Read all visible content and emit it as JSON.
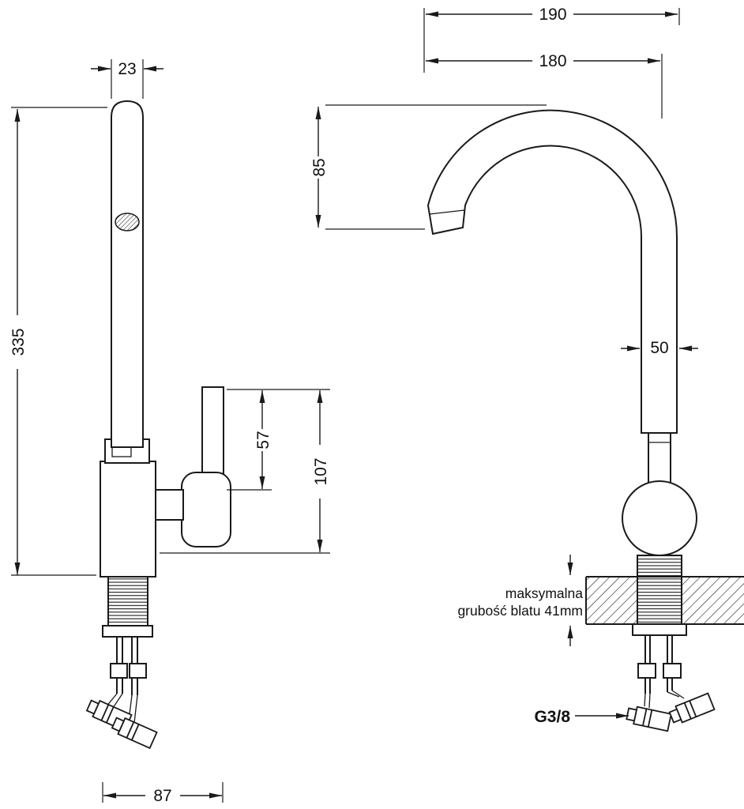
{
  "dims": {
    "d23": "23",
    "d335": "335",
    "d57": "57",
    "d107": "107",
    "d87": "87",
    "d190": "190",
    "d180": "180",
    "d85": "85",
    "d50": "50"
  },
  "notes": {
    "counter_line1": "maksymalna",
    "counter_line2": "grubość blatu 41mm",
    "thread": "G3/8"
  },
  "colors": {
    "line": "#1a1a1a",
    "background": "#ffffff"
  }
}
